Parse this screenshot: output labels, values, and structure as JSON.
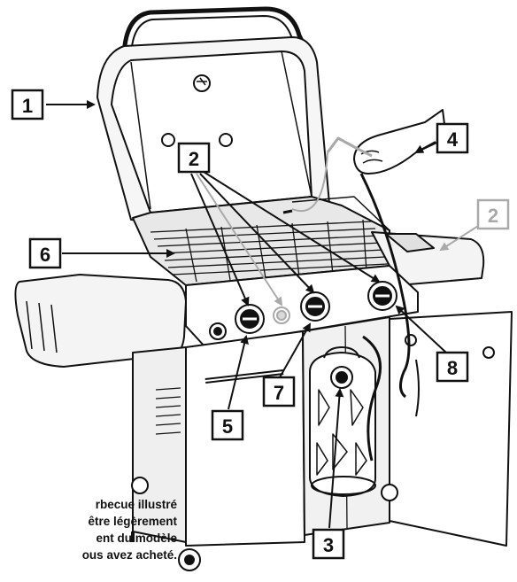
{
  "callouts": [
    {
      "id": "1",
      "label": "1",
      "style": "dark"
    },
    {
      "id": "2a",
      "label": "2",
      "style": "dark"
    },
    {
      "id": "2b",
      "label": "2",
      "style": "light"
    },
    {
      "id": "3",
      "label": "3",
      "style": "dark"
    },
    {
      "id": "4",
      "label": "4",
      "style": "dark"
    },
    {
      "id": "5",
      "label": "5",
      "style": "dark"
    },
    {
      "id": "6",
      "label": "6",
      "style": "dark"
    },
    {
      "id": "7",
      "label": "7",
      "style": "dark"
    },
    {
      "id": "8",
      "label": "8",
      "style": "dark"
    }
  ],
  "caption": {
    "line1": "rbecue illustré",
    "line2": "être légèrement",
    "line3": "ent du modèle",
    "line4": "ous avez acheté."
  },
  "colors": {
    "ink": "#111111",
    "light_callout": "#a9a9a9",
    "fill_light": "#f4f4f4",
    "fill_mid": "#d9d9d9"
  }
}
